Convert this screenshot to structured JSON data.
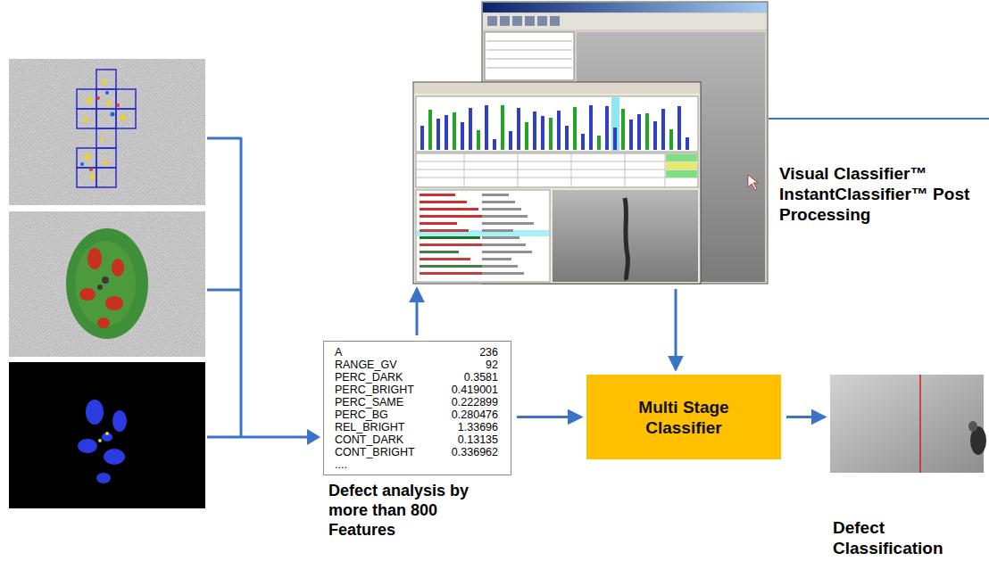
{
  "diagram": {
    "nodes": [
      {
        "text": [
          "A",
          "236",
          "RANGE_GV",
          "92",
          "PERC_DARK",
          "0.3581",
          "PERC_BRIGHT",
          "0.419001",
          "PERC_SAME",
          "0.222899",
          "PERC_BG",
          "0.280476",
          "REL_BRIGHT",
          "1.33696",
          "CONT_DARK",
          "0.13135",
          "CONT_BRIGHT",
          "0.336962",
          "....",
          "Defect analysis by more than 800 Features"
        ]
      },
      {
        "text": [
          "Visual Classifier™ InstantClassifier™ Post Processing"
        ]
      },
      {
        "text": [
          "Multi Stage Classifier"
        ]
      },
      {
        "text": [
          "Defect Classification"
        ]
      }
    ],
    "edges": [
      {
        "from": 0,
        "to": 1,
        "arrow": "to"
      },
      {
        "from": 1,
        "to": 2,
        "arrow": "to"
      },
      {
        "from": 0,
        "to": 2,
        "arrow": "to"
      },
      {
        "from": 2,
        "to": 3,
        "arrow": "to"
      }
    ]
  }
}
